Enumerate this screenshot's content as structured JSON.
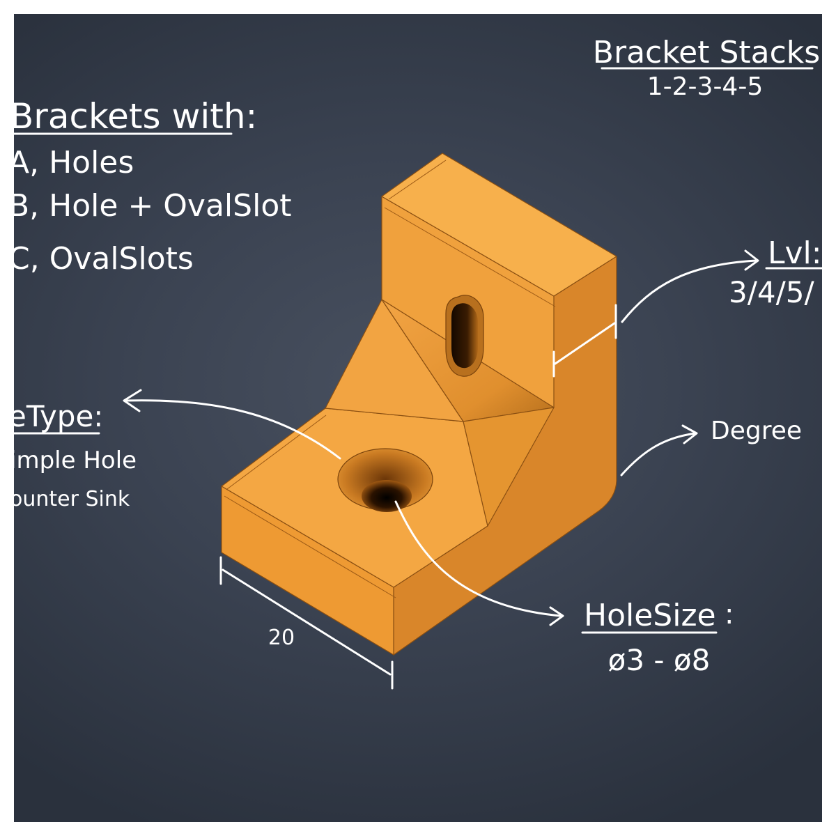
{
  "notes": {
    "stacks_title": "Bracket Stacks",
    "stacks_values": "1-2-3-4-5",
    "brackets_title": "Brackets with:",
    "option_a": "A, Holes",
    "option_b": "B, Hole + OvalSlot",
    "option_c": "C, OvalSlots",
    "lvl_title": "Lvl:",
    "lvl_values": "3/4/5/",
    "type_title": "eType:",
    "type_simple": "imple Hole",
    "type_counter": "ounter Sink",
    "degree": "Degree",
    "hole_size_title": "HoleSize",
    "hole_size_colon": ":",
    "hole_size_values": "ø3 - ø8",
    "dimension": "20"
  },
  "colors": {
    "background": "#3b4352",
    "bracket_top": "#f5a540",
    "bracket_front": "#ee9a33",
    "bracket_side": "#d9862a",
    "ink": "#ffffff"
  }
}
